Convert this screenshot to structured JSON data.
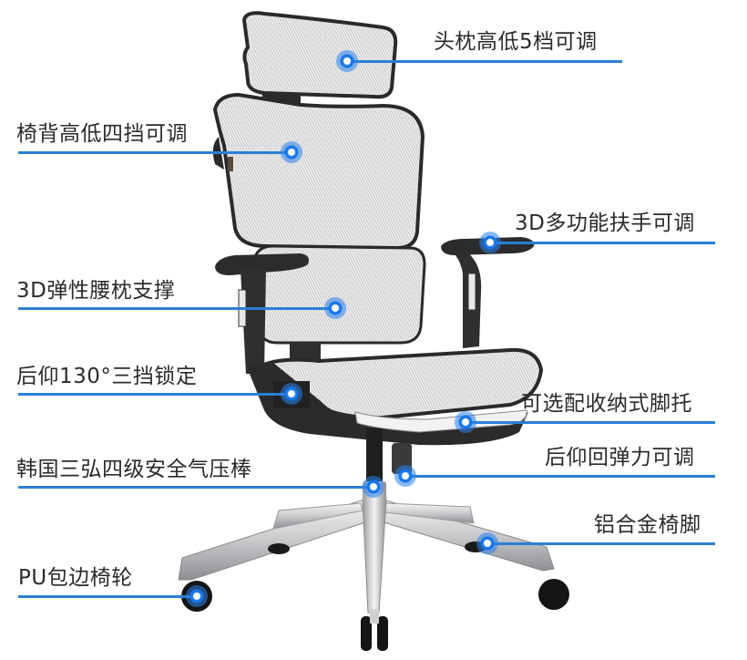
{
  "product": {
    "type": "ergonomic mesh office chair",
    "colors": {
      "accent_line": "#2a7fd4",
      "marker": "#1877e8",
      "mesh": "#e4e4e4",
      "frame": "#2a2a2a",
      "base": "#d9dadc"
    }
  },
  "callouts": [
    {
      "id": "headrest",
      "label": "头枕高低5档可调",
      "side": "right",
      "dot": [
        381,
        67
      ]
    },
    {
      "id": "backrest",
      "label": "椅背高低四挡可调",
      "side": "left",
      "dot": [
        320,
        167
      ]
    },
    {
      "id": "armrest",
      "label": "3D多功能扶手可调",
      "side": "right",
      "dot": [
        538,
        266
      ]
    },
    {
      "id": "lumbar",
      "label": "3D弹性腰枕支撑",
      "side": "left",
      "dot": [
        368,
        338
      ]
    },
    {
      "id": "recline-lock",
      "label": "后仰130°三挡锁定",
      "side": "left",
      "dot": [
        320,
        432
      ]
    },
    {
      "id": "footrest",
      "label": "可选配收纳式脚托",
      "side": "right",
      "dot": [
        511,
        463
      ]
    },
    {
      "id": "gas-lift",
      "label": "韩国三弘四级安全气压棒",
      "side": "left",
      "dot": [
        410,
        534
      ]
    },
    {
      "id": "recline-tension",
      "label": "后仰回弹力可调",
      "side": "right",
      "dot": [
        445,
        522
      ]
    },
    {
      "id": "base",
      "label": "铝合金椅脚",
      "side": "right",
      "dot": [
        535,
        596
      ]
    },
    {
      "id": "casters",
      "label": "PU包边椅轮",
      "side": "left",
      "dot": [
        216,
        654
      ]
    }
  ]
}
